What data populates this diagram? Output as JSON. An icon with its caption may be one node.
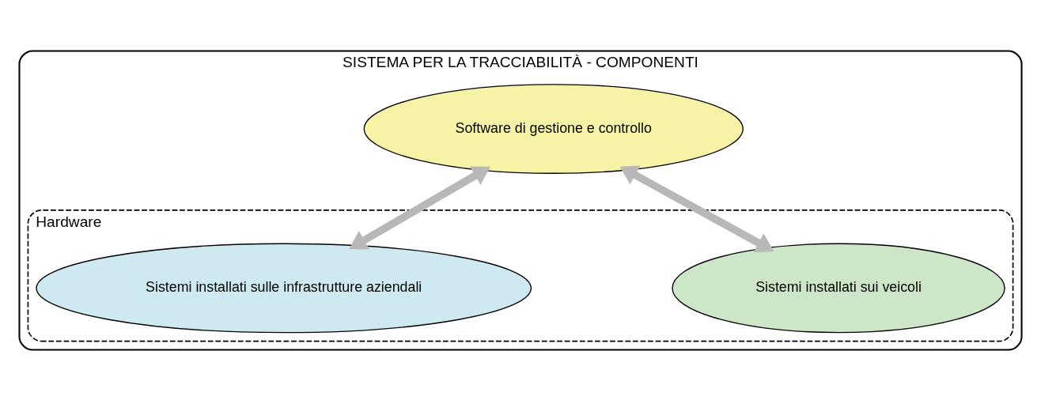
{
  "diagram": {
    "nodes": [
      {
        "text": [
          "SISTEMA PER LA TRACCIABILITÀ - COMPONENTI"
        ]
      },
      {
        "text": [
          "Software di gestione e controllo"
        ],
        "in": 0
      },
      {
        "text": [
          "Hardware"
        ],
        "in": 0
      },
      {
        "text": [
          "Sistemi installati sui veicoli"
        ],
        "in": 2
      },
      {
        "text": [
          "Sistemi installati sulle infrastrutture aziendali"
        ],
        "in": 2
      }
    ],
    "edges": [
      {
        "from": 1,
        "to": 3,
        "arrow": "both"
      },
      {
        "from": 1,
        "to": 4,
        "arrow": "both"
      }
    ]
  }
}
